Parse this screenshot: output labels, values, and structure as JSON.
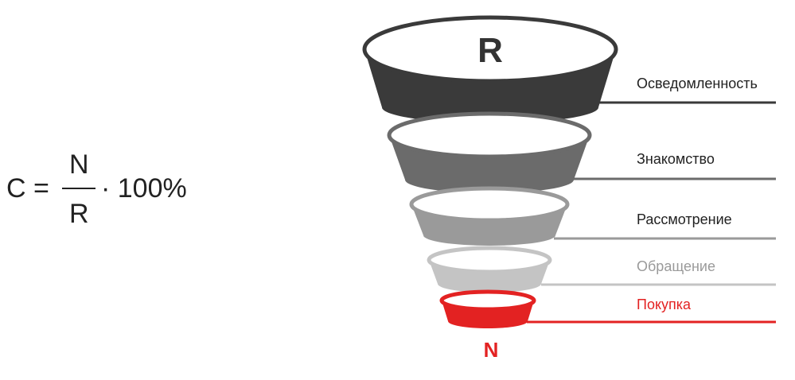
{
  "formula": {
    "lhs": "C =",
    "numerator": "N",
    "denominator": "R",
    "rhs": "· 100%"
  },
  "funnel": {
    "top_letter": "R",
    "bottom_letter": "N",
    "stages": [
      {
        "label": "Осведомленность",
        "color": "#3a3a3a",
        "label_color": "#222222"
      },
      {
        "label": "Знакомство",
        "color": "#6b6b6b",
        "label_color": "#222222"
      },
      {
        "label": "Рассмотрение",
        "color": "#9a9a9a",
        "label_color": "#222222"
      },
      {
        "label": "Обращение",
        "color": "#c4c4c4",
        "label_color": "#9a9a9a"
      },
      {
        "label": "Покупка",
        "color": "#e32222",
        "label_color": "#e32222"
      }
    ]
  }
}
